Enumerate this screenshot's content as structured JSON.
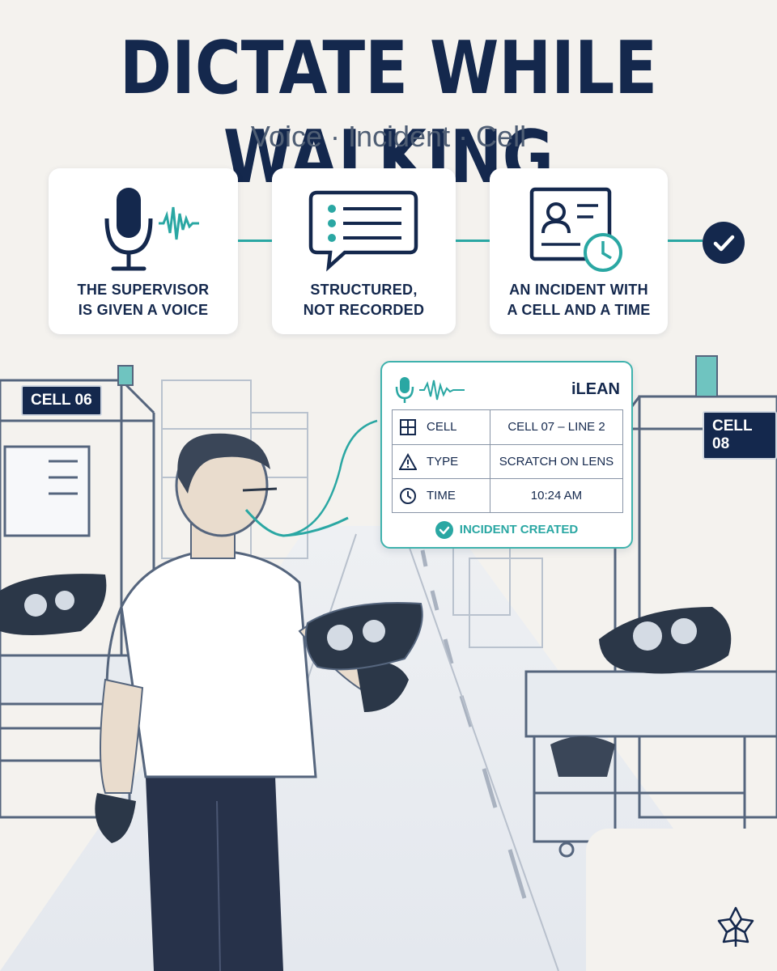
{
  "header": {
    "title": "DICTATE WHILE WALKING",
    "subtitle": "Voice · Incident · Cell"
  },
  "steps": [
    {
      "label_line1": "THE SUPERVISOR",
      "label_line2": "IS GIVEN A VOICE",
      "icon": "microphone-icon"
    },
    {
      "label_line1": "STRUCTURED,",
      "label_line2": "NOT RECORDED",
      "icon": "structured-list-icon"
    },
    {
      "label_line1": "AN INCIDENT WITH",
      "label_line2": "A CELL AND A TIME",
      "icon": "incident-card-icon"
    }
  ],
  "scene": {
    "left_sign": "CELL 06",
    "right_sign": "CELL 08"
  },
  "panel": {
    "brand": "iLEAN",
    "rows": [
      {
        "key": "CELL",
        "value": "CELL 07 – LINE 2",
        "icon": "grid-icon"
      },
      {
        "key": "TYPE",
        "value": "SCRATCH ON LENS",
        "icon": "warning-icon"
      },
      {
        "key": "TIME",
        "value": "10:24 AM",
        "icon": "clock-icon"
      }
    ],
    "status": "INCIDENT CREATED"
  },
  "colors": {
    "navy": "#14284d",
    "teal": "#2aa7a3",
    "background": "#f4f2ee"
  }
}
